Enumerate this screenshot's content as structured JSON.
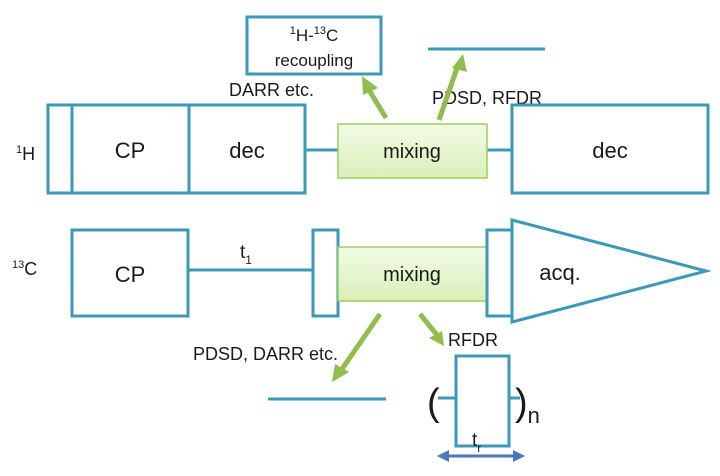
{
  "channels": {
    "h": {
      "label": "1H",
      "mass": "1",
      "element": "H"
    },
    "c": {
      "label": "13C",
      "mass": "13",
      "element": "C"
    }
  },
  "h_channel": {
    "cp": "CP",
    "dec_1": "dec",
    "mixing": "mixing",
    "dec_2": "dec"
  },
  "c_channel": {
    "cp": "CP",
    "t1": {
      "base": "t",
      "sub": "1"
    },
    "mixing": "mixing",
    "acq": "acq."
  },
  "annotations": {
    "recoupling_box": {
      "line1_mass1": "1",
      "line1_el1": "H-",
      "line1_mass2": "13",
      "line1_el2": "C",
      "line2": "recoupling"
    },
    "darr_etc": "DARR etc.",
    "pdsd_rfdr": "PDSD, RFDR",
    "pdsd_darr_etc": "PDSD, DARR etc.",
    "rfdr": "RFDR",
    "repeat": {
      "open": "(",
      "close": ")",
      "sub": "n"
    },
    "tr": {
      "base": "t",
      "sub": "r"
    }
  },
  "colors": {
    "pulse_outline": "#3b9ab8",
    "mixing_fill": "#e6f5cf",
    "arrow": "#8fbd4e",
    "rotor_period_arrow": "#4a78bd"
  }
}
